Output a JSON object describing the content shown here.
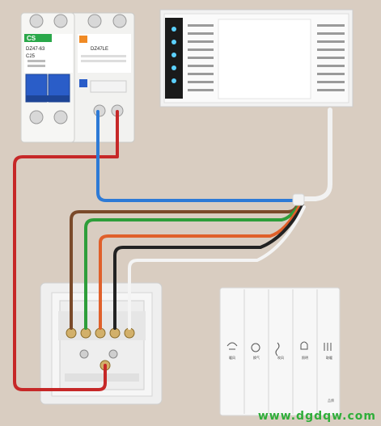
{
  "breaker": {
    "brand": "CS",
    "left_model": "DZ47-63",
    "left_rating": "C25",
    "right_model": "DZ47LE"
  },
  "switch_labels": [
    "暖风",
    "换气",
    "吹风",
    "照明",
    "取暖"
  ],
  "switch_brand": "品牌",
  "watermark": "www.dgdqw.com",
  "colors": {
    "wall": "#d9cdc1",
    "live": "#c62828",
    "neutral": "#2d7ad6",
    "green": "#2e9e3a",
    "brown": "#7a4a2a",
    "orange": "#e0602a",
    "black": "#222222",
    "white": "#f4f4f4"
  }
}
